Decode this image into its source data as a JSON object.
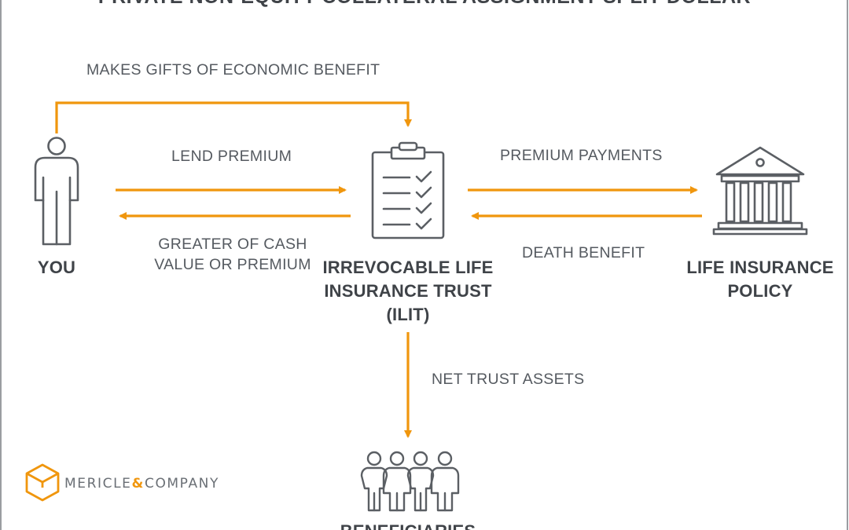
{
  "title": "PRIVATE NON-EQUITY COLLATERAL ASSIGNMENT SPLIT-DOLLAR",
  "colors": {
    "accent": "#f0960d",
    "icon": "#5b5f64",
    "text": "#555a60",
    "heading": "#3f4348"
  },
  "nodes": {
    "you": {
      "label": "YOU",
      "icon": "person-icon"
    },
    "ilit": {
      "label_lines": [
        "IRREVOCABLE LIFE",
        "INSURANCE TRUST",
        "(ILIT)"
      ],
      "icon": "clipboard-checklist-icon"
    },
    "policy": {
      "label_lines": [
        "LIFE INSURANCE",
        "POLICY"
      ],
      "icon": "bank-building-icon"
    },
    "beneficiaries": {
      "label": "BENEFICIARIES",
      "icon": "group-of-people-icon"
    }
  },
  "flows": {
    "gifts": "MAKES GIFTS OF ECONOMIC BENEFIT",
    "lend": "LEND PREMIUM",
    "repay_lines": [
      "GREATER OF CASH",
      "VALUE OR PREMIUM"
    ],
    "premium_payments": "PREMIUM PAYMENTS",
    "death_benefit": "DEATH BENEFIT",
    "net_trust": "NET TRUST ASSETS"
  },
  "logo": {
    "name_left": "MERICLE",
    "ampersand": "&",
    "name_right": "COMPANY",
    "icon": "cube-logo-icon"
  }
}
